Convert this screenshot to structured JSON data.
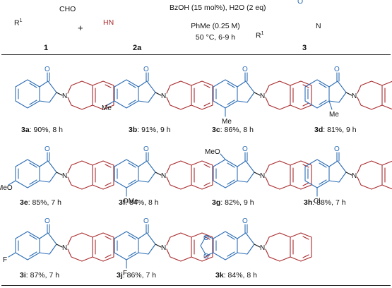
{
  "scheme": {
    "reagent1_label": "1",
    "reagent2_label": "2a",
    "product_label": "3",
    "plus_sign": "+",
    "substituent_r1": "R",
    "superscript_1": "1",
    "aldehyde": "CHO",
    "nh_group": "HN",
    "conditions": {
      "line1": "BzOH (15 mol%), H2O (2 eq)",
      "line2": "PhMe (0.25 M)",
      "line3": "50 °C, 6-9 h"
    }
  },
  "atoms": {
    "oxygen": "O",
    "nitrogen": "N",
    "methyl": "Me",
    "methoxy": "MeO",
    "methoxy_right": "OMe",
    "chloro": "Cl",
    "fluoro": "F"
  },
  "products": [
    {
      "id": "3a",
      "text": ": 90%, 8 h"
    },
    {
      "id": "3b",
      "text": ": 91%, 9 h"
    },
    {
      "id": "3c",
      "text": ": 86%, 8 h"
    },
    {
      "id": "3d",
      "text": ": 81%, 9 h"
    },
    {
      "id": "3e",
      "text": ": 85%, 7 h"
    },
    {
      "id": "3f",
      "text": ": 84%, 8 h"
    },
    {
      "id": "3g",
      "text": ": 82%, 9 h"
    },
    {
      "id": "3h",
      "text": ": 88%, 7 h"
    },
    {
      "id": "3i",
      "text": ": 87%, 7 h"
    },
    {
      "id": "3j",
      "text": ": 86%, 7 h"
    },
    {
      "id": "3k",
      "text": ": 84%, 8 h"
    }
  ],
  "colors": {
    "indanone": "#2d6db5",
    "tetrahydroisoquinoline": "#a8292c",
    "text": "#111111"
  }
}
